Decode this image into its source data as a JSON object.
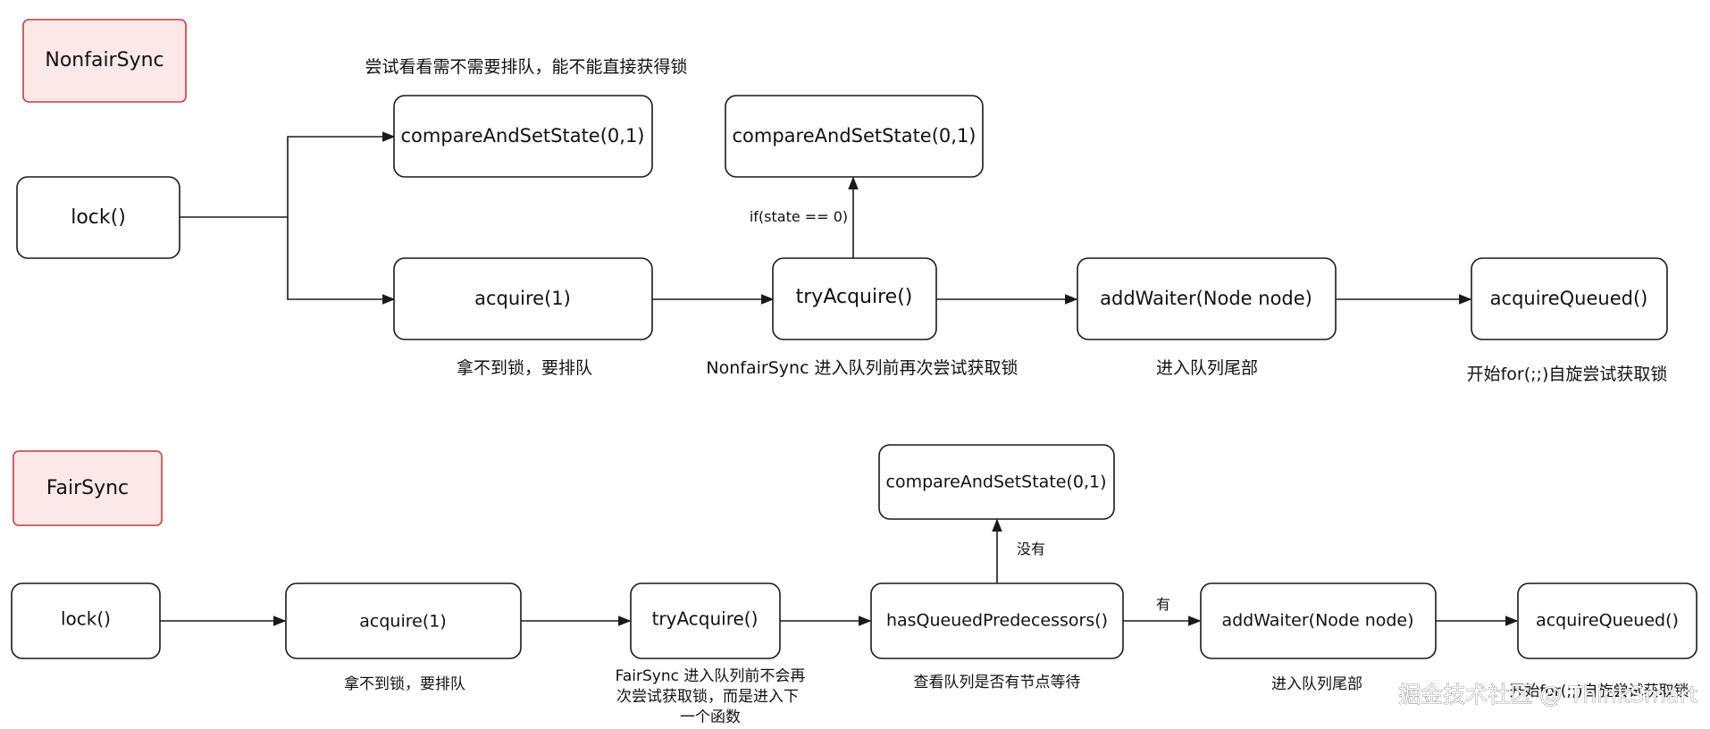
{
  "top_section": {
    "tag": "NonfairSync",
    "nodes": {
      "lock": "lock()",
      "cas_direct": "compareAndSetState(0,1)",
      "acquire": "acquire(1)",
      "try_acquire": "tryAcquire()",
      "cas_retry": "compareAndSetState(0,1)",
      "add_waiter": "addWaiter(Node node)",
      "acquire_queued": "acquireQueued()"
    },
    "edge_labels": {
      "state_check": "if(state == 0)"
    },
    "captions": {
      "cas_direct": "尝试看看需不需要排队，能不能直接获得锁",
      "acquire": "拿不到锁，要排队",
      "try_acquire": "NonfairSync 进入队列前再次尝试获取锁",
      "add_waiter": "进入队列尾部",
      "acquire_queued": "开始for(;;)自旋尝试获取锁"
    }
  },
  "bottom_section": {
    "tag": "FairSync",
    "nodes": {
      "lock": "lock()",
      "acquire": "acquire(1)",
      "try_acquire": "tryAcquire()",
      "has_queued": "hasQueuedPredecessors()",
      "cas": "compareAndSetState(0,1)",
      "add_waiter": "addWaiter(Node node)",
      "acquire_queued": "acquireQueued()"
    },
    "edge_labels": {
      "no": "没有",
      "yes": "有"
    },
    "captions": {
      "acquire": "拿不到锁，要排队",
      "try_acquire_line1": "FairSync 进入队列前不会再",
      "try_acquire_line2": "次尝试获取锁，而是进入下",
      "try_acquire_line3": "一个函数",
      "has_queued": "查看队列是否有节点等待",
      "add_waiter": "进入队列尾部",
      "acquire_queued": "开始for(;;)自旋尝试获取锁"
    }
  },
  "watermark": "掘金技术社区 @ ThinkSmart"
}
